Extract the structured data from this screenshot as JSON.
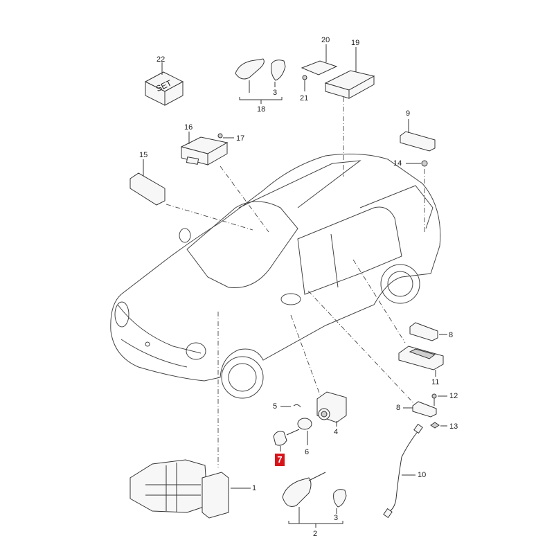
{
  "diagram": {
    "subject": "SUV exploded parts diagram - keyless entry / ignition components",
    "highlight_color": "#d8141b",
    "line_color": "#333333",
    "callouts": [
      {
        "id": "22",
        "label": "22",
        "part_text": "SET"
      },
      {
        "id": "18",
        "label": "18"
      },
      {
        "id": "3a",
        "label": "3"
      },
      {
        "id": "20",
        "label": "20"
      },
      {
        "id": "19",
        "label": "19"
      },
      {
        "id": "21",
        "label": "21"
      },
      {
        "id": "16",
        "label": "16"
      },
      {
        "id": "17",
        "label": "17"
      },
      {
        "id": "9",
        "label": "9"
      },
      {
        "id": "15",
        "label": "15"
      },
      {
        "id": "14",
        "label": "14"
      },
      {
        "id": "8a",
        "label": "8"
      },
      {
        "id": "11",
        "label": "11"
      },
      {
        "id": "12",
        "label": "12"
      },
      {
        "id": "8b",
        "label": "8"
      },
      {
        "id": "13",
        "label": "13"
      },
      {
        "id": "5",
        "label": "5"
      },
      {
        "id": "6",
        "label": "6"
      },
      {
        "id": "4",
        "label": "4"
      },
      {
        "id": "7",
        "label": "7",
        "highlighted": true
      },
      {
        "id": "10",
        "label": "10"
      },
      {
        "id": "1",
        "label": "1"
      },
      {
        "id": "2",
        "label": "2"
      },
      {
        "id": "3b",
        "label": "3"
      }
    ]
  }
}
